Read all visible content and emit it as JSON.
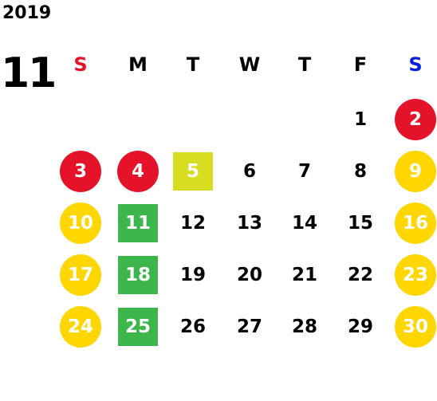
{
  "calendar": {
    "year": "2019",
    "month": "11",
    "weekdays": [
      {
        "label": "S",
        "color": "#e5132a"
      },
      {
        "label": "M",
        "color": "#000000"
      },
      {
        "label": "T",
        "color": "#000000"
      },
      {
        "label": "W",
        "color": "#000000"
      },
      {
        "label": "T",
        "color": "#000000"
      },
      {
        "label": "F",
        "color": "#000000"
      },
      {
        "label": "S",
        "color": "#0a1ee0"
      }
    ],
    "weeks": [
      [
        null,
        null,
        null,
        null,
        null,
        {
          "day": "1",
          "style": "plain"
        },
        {
          "day": "2",
          "style": "circle-red"
        }
      ],
      [
        {
          "day": "3",
          "style": "circle-red"
        },
        {
          "day": "4",
          "style": "circle-red"
        },
        {
          "day": "5",
          "style": "square-lime"
        },
        {
          "day": "6",
          "style": "plain"
        },
        {
          "day": "7",
          "style": "plain"
        },
        {
          "day": "8",
          "style": "plain"
        },
        {
          "day": "9",
          "style": "circle-yellow"
        }
      ],
      [
        {
          "day": "10",
          "style": "circle-yellow"
        },
        {
          "day": "11",
          "style": "square-green"
        },
        {
          "day": "12",
          "style": "plain"
        },
        {
          "day": "13",
          "style": "plain"
        },
        {
          "day": "14",
          "style": "plain"
        },
        {
          "day": "15",
          "style": "plain"
        },
        {
          "day": "16",
          "style": "circle-yellow"
        }
      ],
      [
        {
          "day": "17",
          "style": "circle-yellow"
        },
        {
          "day": "18",
          "style": "square-green"
        },
        {
          "day": "19",
          "style": "plain"
        },
        {
          "day": "20",
          "style": "plain"
        },
        {
          "day": "21",
          "style": "plain"
        },
        {
          "day": "22",
          "style": "plain"
        },
        {
          "day": "23",
          "style": "circle-yellow"
        }
      ],
      [
        {
          "day": "24",
          "style": "circle-yellow"
        },
        {
          "day": "25",
          "style": "square-green"
        },
        {
          "day": "26",
          "style": "plain"
        },
        {
          "day": "27",
          "style": "plain"
        },
        {
          "day": "28",
          "style": "plain"
        },
        {
          "day": "29",
          "style": "plain"
        },
        {
          "day": "30",
          "style": "circle-yellow"
        }
      ]
    ],
    "colors": {
      "red": "#e5132a",
      "yellow": "#ffd600",
      "green": "#3cb54a",
      "lime": "#d7de21",
      "saturday_blue": "#0a1ee0"
    }
  }
}
